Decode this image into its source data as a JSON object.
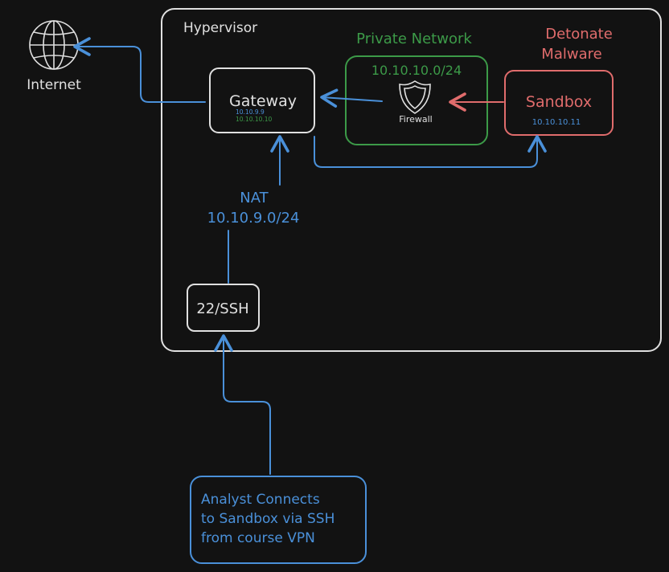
{
  "colors": {
    "background": "#121212",
    "white": "#e0e0e0",
    "blue": "#4a90d9",
    "green": "#3c9a48",
    "red": "#e06c6c"
  },
  "hypervisor": {
    "label": "Hypervisor"
  },
  "internet": {
    "label": "Internet",
    "icon": "globe-icon"
  },
  "gateway": {
    "label": "Gateway",
    "ip_nat": "10.10.9.9",
    "ip_private": "10.10.10.10"
  },
  "private_network": {
    "title": "Private Network",
    "subnet": "10.10.10.0/24",
    "firewall_label": "Firewall",
    "icon": "shield-icon"
  },
  "sandbox": {
    "title_line1": "Detonate",
    "title_line2": "Malware",
    "label": "Sandbox",
    "ip": "10.10.10.11"
  },
  "nat": {
    "label": "NAT",
    "subnet": "10.10.9.0/24"
  },
  "ssh": {
    "label": "22/SSH"
  },
  "analyst": {
    "line1": "Analyst Connects",
    "line2": "to Sandbox via SSH",
    "line3": "from course VPN"
  }
}
